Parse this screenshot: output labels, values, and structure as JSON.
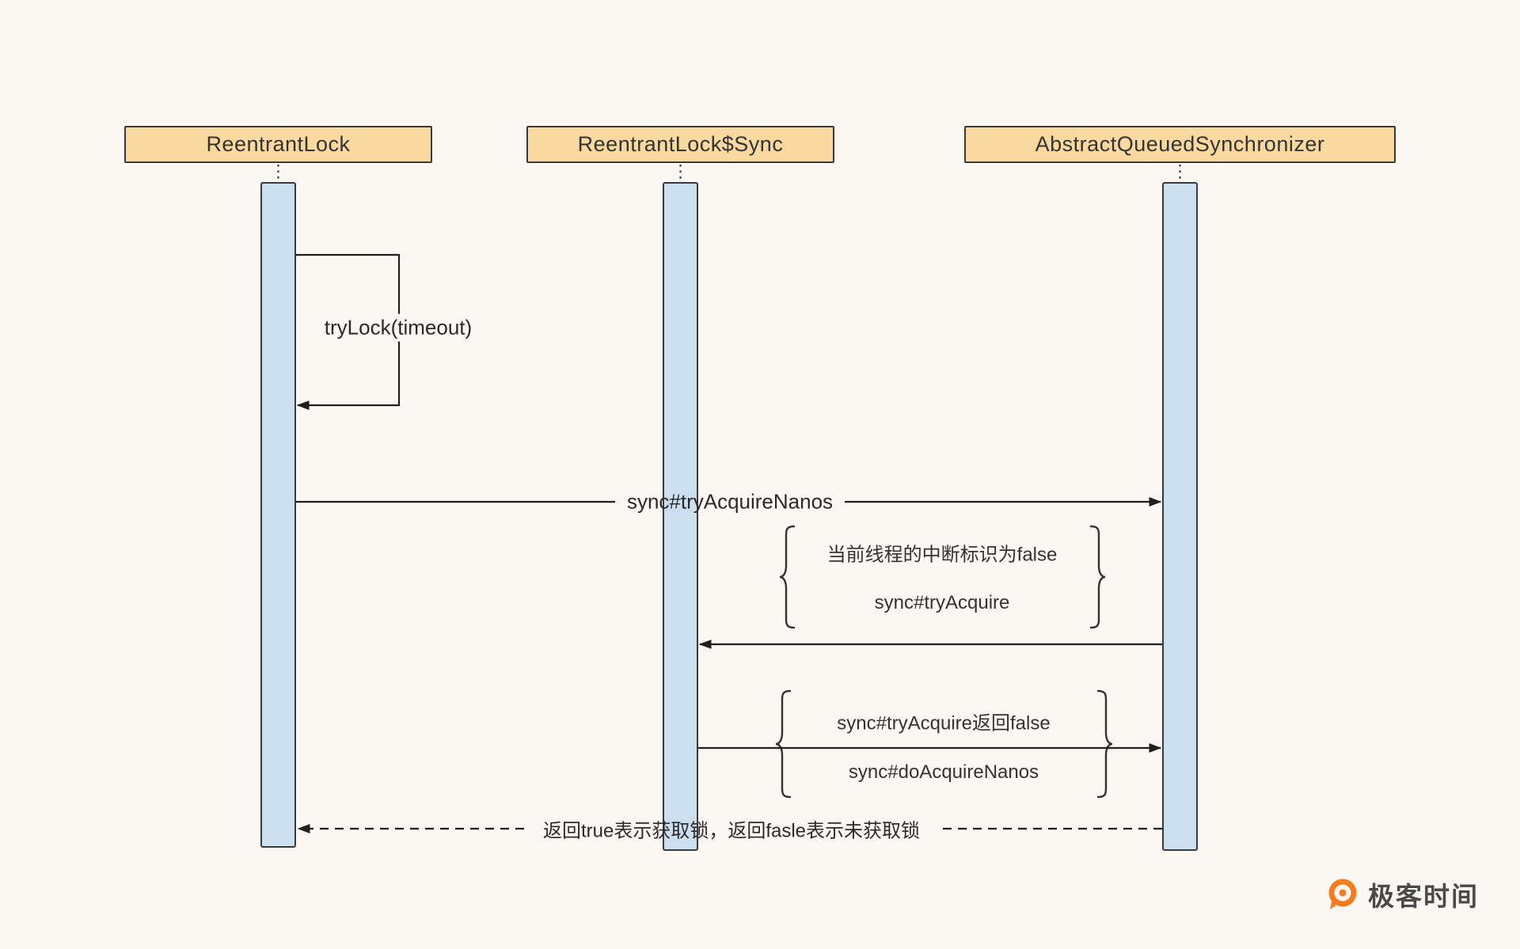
{
  "diagram": {
    "lifelines": [
      {
        "name": "ReentrantLock"
      },
      {
        "name": "ReentrantLock$Sync"
      },
      {
        "name": "AbstractQueuedSynchronizer"
      }
    ],
    "messages": {
      "self_call": "tryLock(timeout)",
      "try_acquire_nanos": "sync#tryAcquireNanos",
      "return_label": "返回true表示获取锁，返回fasle表示未获取锁"
    },
    "annotations": {
      "group1": {
        "line1": "当前线程的中断标识为false",
        "line2": "sync#tryAcquire"
      },
      "group2": {
        "line1": "sync#tryAcquire返回false",
        "line2": "sync#doAcquireNanos"
      }
    }
  },
  "branding": {
    "logo_text": "极客时间"
  },
  "colors": {
    "background": "#FBF7F2",
    "lifeline_fill": "#FAD9A1",
    "activation_fill": "#CBDFF0",
    "line": "#1F1F1F",
    "logo_orange": "#F57C1F"
  }
}
